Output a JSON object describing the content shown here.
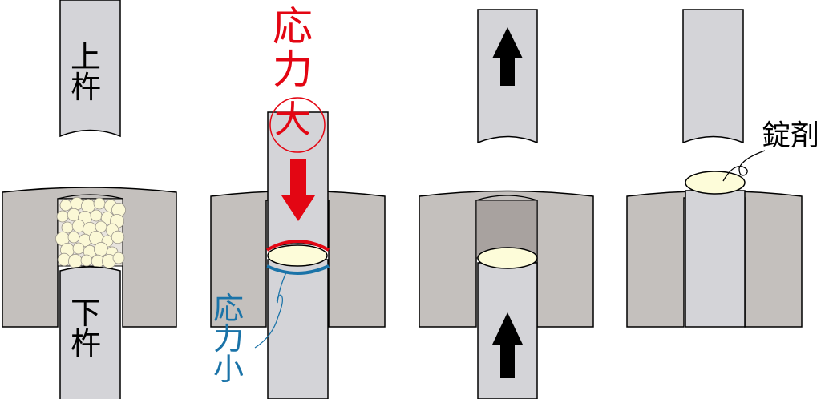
{
  "labels": {
    "upper_punch": [
      "上",
      "杵"
    ],
    "lower_punch": [
      "下",
      "杵"
    ],
    "stress_large": [
      "応",
      "力",
      "大"
    ],
    "stress_small": [
      "応",
      "力",
      "小"
    ],
    "tablet": "錠剤"
  },
  "colors": {
    "punch_fill": "#d4d4d8",
    "die_fill": "#c4c0bd",
    "die_cavity_dark": "#a8a29f",
    "powder_fill": "#fbf8d6",
    "tablet_fill": "#fdfcd9",
    "outline": "#000000",
    "stress_large": "#e30613",
    "stress_small": "#1a73a8",
    "arrow_dark": "#000000"
  },
  "stages": [
    {
      "name": "filling"
    },
    {
      "name": "compression"
    },
    {
      "name": "ejection-start"
    },
    {
      "name": "ejection-end"
    }
  ]
}
